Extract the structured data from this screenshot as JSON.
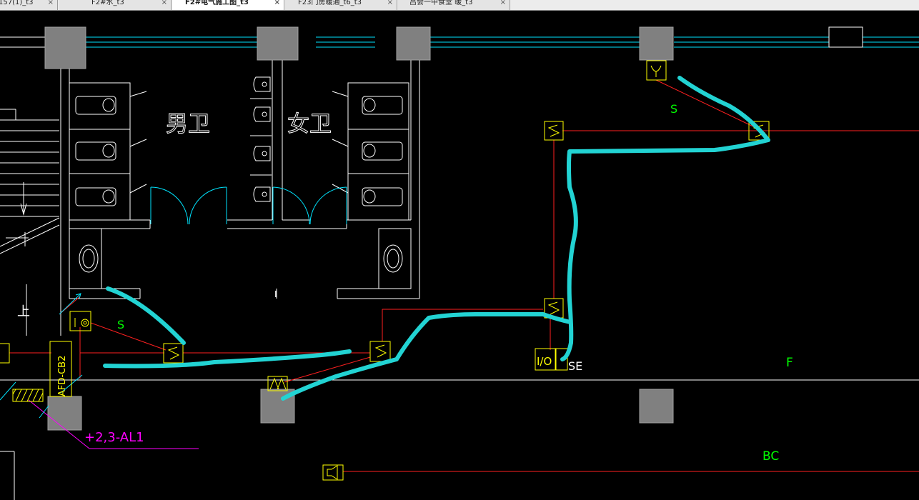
{
  "tabs": [
    {
      "label": "157(1)_t3",
      "active": false
    },
    {
      "label": "F2#水_t3",
      "active": false
    },
    {
      "label": "F2#电气施工图_t3",
      "active": true
    },
    {
      "label": "F23门房暖通_t6_t3",
      "active": false
    },
    {
      "label": "吕会一中食堂 暖_t3",
      "active": false
    }
  ],
  "tab_close_glyph": "×",
  "drawing": {
    "room_male": "男卫",
    "room_female": "女卫",
    "label_s_top": "S",
    "label_s_left": "S",
    "label_se": "SE",
    "label_f": "F",
    "label_bc": "BC",
    "label_io": "I/O",
    "label_panel": "AFD-CB2",
    "label_circuit": "+2,3-AL1",
    "label_up": "上",
    "label_tick": "I"
  },
  "colors": {
    "background": "#000000",
    "wall": "#ffffff",
    "wire": "#ff2020",
    "symbol": "#ffff00",
    "text_green": "#00ff00",
    "highlight": "#22d3d3",
    "column": "#808080",
    "leader": "#ff00ff",
    "door": "#00e5ff"
  }
}
